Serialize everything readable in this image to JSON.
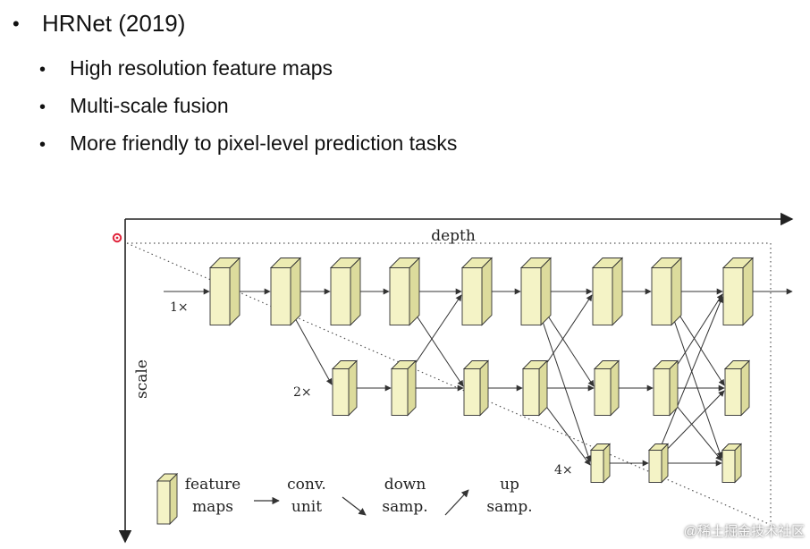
{
  "slide": {
    "heading": "HRNet (2019)",
    "points": [
      "High resolution feature maps",
      "Multi-scale fusion",
      "More friendly to pixel-level prediction tasks"
    ],
    "bullet_glyph": "•"
  },
  "diagram": {
    "axis_depth_label": "depth",
    "axis_scale_label": "scale",
    "stream_labels": [
      "1×",
      "2×",
      "4×"
    ],
    "legend": {
      "feature_maps": [
        "feature",
        "maps"
      ],
      "conv_unit": [
        "conv.",
        "unit"
      ],
      "down_samp": [
        "down",
        "samp."
      ],
      "up_samp": [
        "up",
        "samp."
      ]
    },
    "colors": {
      "block_face": "#f4f3c6",
      "block_side": "#dcdb9c",
      "block_top": "#ecebb2",
      "stroke": "#333333",
      "marker": "#e0233a"
    }
  },
  "watermark": "@稀土掘金技术社区"
}
